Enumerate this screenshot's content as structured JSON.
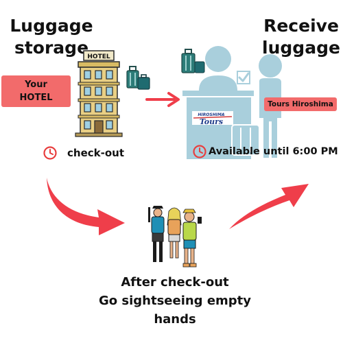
{
  "left_title": [
    "Luggage",
    "storage"
  ],
  "right_title": [
    "Receive",
    "luggage"
  ],
  "hotel_sign": "HOTEL",
  "hotel_tag": [
    "Your",
    "HOTEL"
  ],
  "counter_brand": {
    "small": "HIROSHIMA",
    "big": "Tours"
  },
  "tours_tag": "Tours Hiroshima",
  "checkout_label": "check-out",
  "available_label": "Available until 6:00 PM",
  "bottom_text": [
    "After check-out",
    "Go sightseeing empty",
    "hands"
  ],
  "icons": [
    "clock-icon",
    "luggage-icon",
    "hotel-building-icon",
    "arrow-right-icon",
    "curved-arrow-icon",
    "tourists-group-icon",
    "staff-person-icon"
  ],
  "colors": {
    "accent": "#f26b6b",
    "arrow": "#ef3e4a",
    "counter_blue": "#a9cfdc",
    "building": "#e9cf84",
    "luggage_teal": "#2c7c78"
  }
}
